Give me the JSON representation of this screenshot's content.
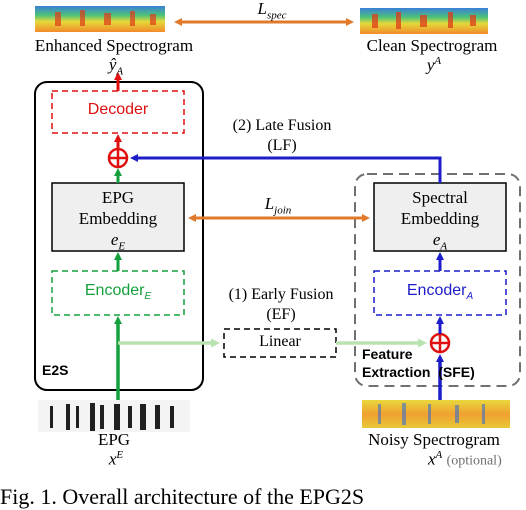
{
  "top": {
    "enhanced_label": "Enhanced Spectrogram",
    "enhanced_symbol": "ŷ",
    "enhanced_sub": "A",
    "clean_label": "Clean Spectrogram",
    "clean_symbol": "y",
    "clean_sup": "A",
    "loss_spec": "L",
    "loss_spec_sub": "spec"
  },
  "e2s": {
    "title": "E2S",
    "decoder": "Decoder",
    "epg_embedding_line1": "EPG",
    "epg_embedding_line2": "Embedding",
    "epg_embedding_symbol": "e",
    "epg_embedding_sub": "E",
    "encoder": "Encoder",
    "encoder_sub": "E"
  },
  "fusion": {
    "late_line1": "(2) Late Fusion",
    "late_line2": "(LF)",
    "early_line1": "(1) Early Fusion",
    "early_line2": "(EF)",
    "linear": "Linear",
    "loss_join": "L",
    "loss_join_sub": "join"
  },
  "sfe": {
    "title_line1": "Feature",
    "title_line2": "Extraction  (SFE)",
    "spectral_line1": "Spectral",
    "spectral_line2": "Embedding",
    "spectral_symbol": "e",
    "spectral_sub": "A",
    "encoder": "Encoder",
    "encoder_sub": "A"
  },
  "bottom": {
    "epg_label": "EPG",
    "epg_symbol": "x",
    "epg_sup": "E",
    "noisy_label": "Noisy Spectrogram",
    "noisy_symbol": "x",
    "noisy_sup": "A",
    "optional": "(optional)"
  },
  "caption_fragment": "Fig. 1. Overall architecture of the EPG2S",
  "colors": {
    "green": "#14a03c",
    "light_green": "#b8e2b0",
    "blue": "#1c1cc8",
    "red": "#e01010",
    "orange": "#e07a2a",
    "gray": "#707070"
  }
}
